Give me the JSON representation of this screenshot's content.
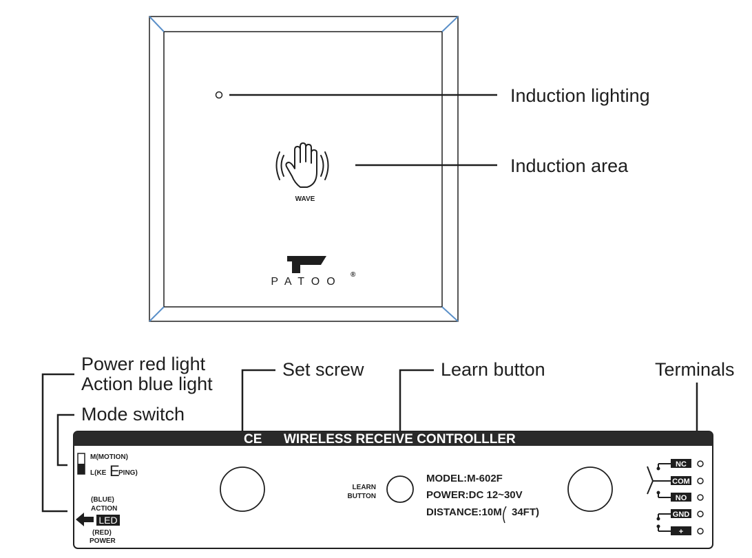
{
  "panel": {
    "wave_label": "WAVE",
    "brand": "PATOO",
    "registered_mark": "®",
    "callouts": {
      "induction_lighting": "Induction lighting",
      "induction_area": "Induction area"
    }
  },
  "controller": {
    "callouts": {
      "power_light_1": "Power red light",
      "power_light_2": "Action blue light",
      "mode_switch": "Mode switch",
      "set_screw": "Set screw",
      "learn_button": "Learn button",
      "terminals": "Terminals"
    },
    "ce_mark": "CE",
    "title": "WIRELESS RECEIVE  CONTROLLLER",
    "mode_motion": "M(MOTION)",
    "mode_keeping_a": "L(KE",
    "mode_keeping_b": "PING)",
    "mode_overlap_letter": "E",
    "led_top_1": "(BLUE)",
    "led_top_2": "ACTION",
    "led_label": "LED",
    "led_bottom_1": "(RED)",
    "led_bottom_2": "POWER",
    "learn_1": "LEARN",
    "learn_2": "BUTTON",
    "model": "MODEL:M-602F",
    "power": "POWER:DC 12~30V",
    "distance_a": "DISTANCE:10M",
    "distance_b": "34FT)",
    "terminals": [
      "NC",
      "COM",
      "NO",
      "GND",
      "+"
    ]
  },
  "colors": {
    "line": "#1e1e1e",
    "corner_accent": "#5a8fc8",
    "bar": "#2a2a2a"
  }
}
